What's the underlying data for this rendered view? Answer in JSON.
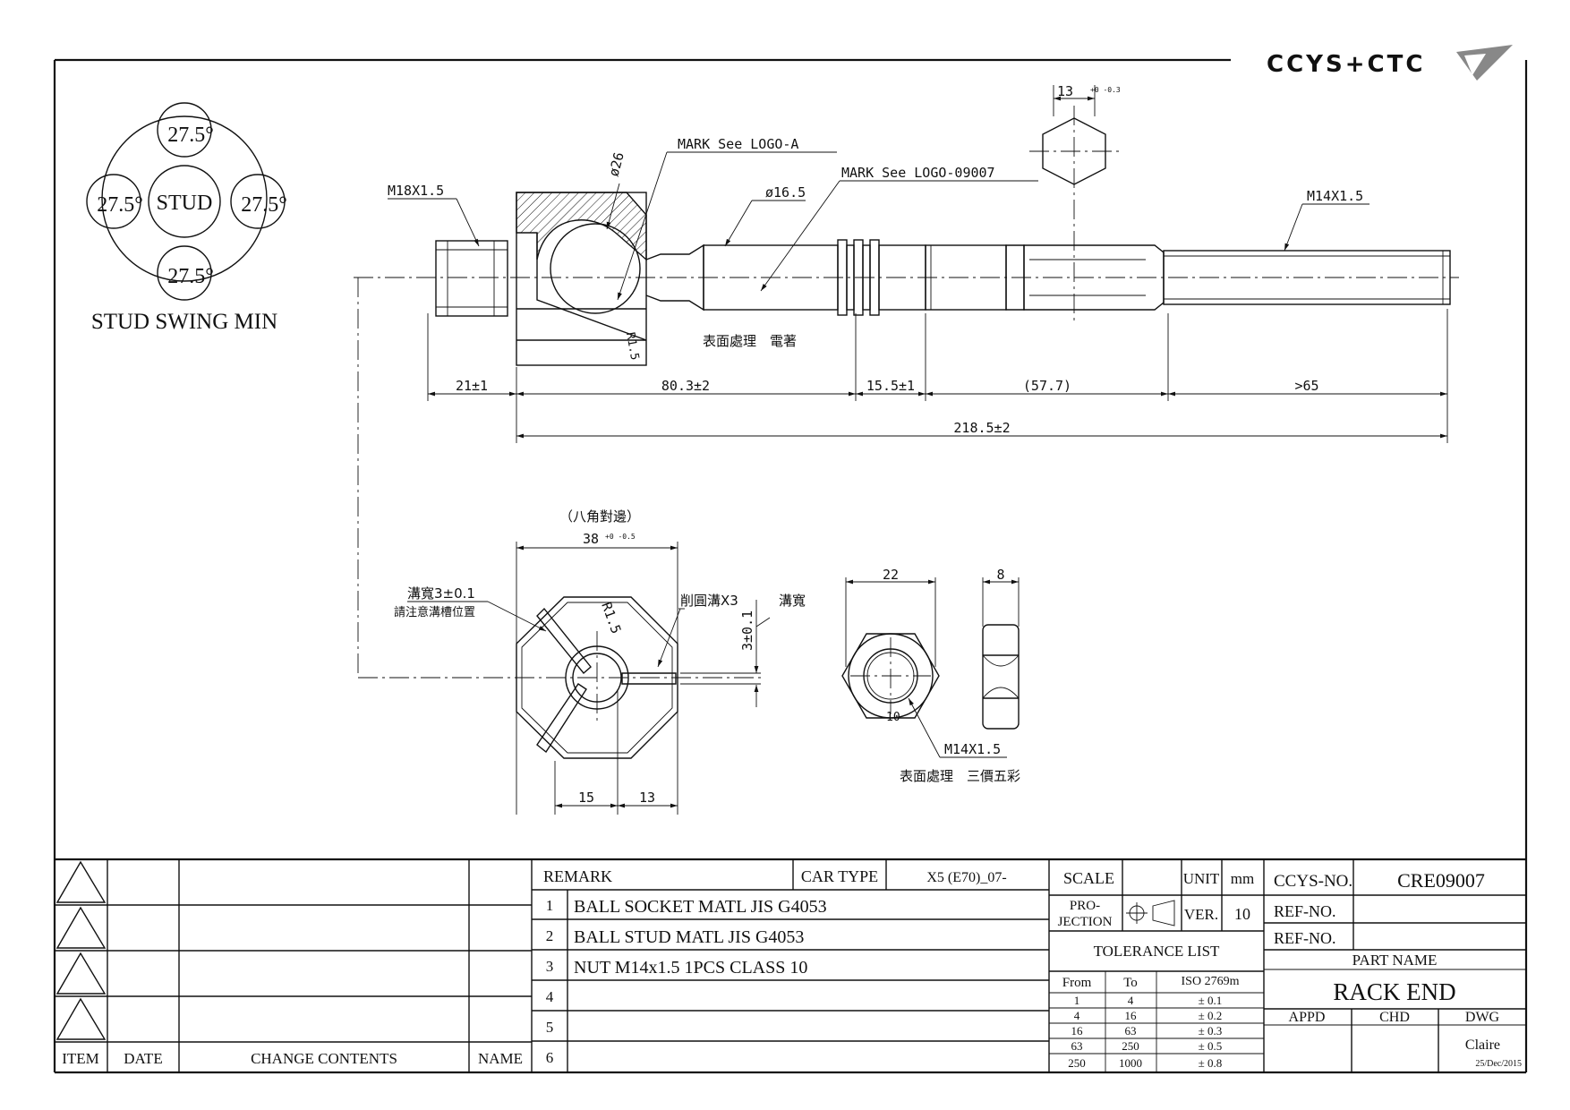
{
  "header": {
    "company_logo": "CCYS+CTC",
    "logo_icon": "ccys-wing-logo-icon"
  },
  "stud_swing": {
    "top": "27.5°",
    "left": "27.5°",
    "right": "27.5°",
    "bottom": "27.5°",
    "center": "STUD",
    "title": "STUD SWING MIN"
  },
  "main_view": {
    "thread_left": "M18X1.5",
    "dia_socket": "ø26",
    "mark_a": "MARK See LOGO-A",
    "dia_shaft": "ø16.5",
    "mark_b": "MARK See LOGO-09007",
    "hex_width": "13",
    "hex_tol": "+0 -0.3",
    "thread_right": "M14X1.5",
    "radius": "R1.5",
    "surface_note": "表面處理　電著",
    "dim_21": "21±1",
    "dim_80": "80.3±2",
    "dim_15": "15.5±1",
    "dim_57": "(57.7)",
    "dim_65": ">65",
    "dim_total": "218.5±2"
  },
  "octagon_view": {
    "note_top": "（八角對邊）",
    "width_dim": "38",
    "width_tol": "+0 -0.5",
    "slot_note_1": "溝寬3±0.1",
    "slot_note_2": "請注意溝槽位置",
    "groove_note": "削圓溝X3",
    "slot_side": "溝寬",
    "slot_dim": "3±0.1",
    "radius": "R1.5",
    "dim_15": "15",
    "dim_13": "13"
  },
  "nut_view": {
    "width": "22",
    "thickness": "8",
    "inner": "10",
    "thread": "M14X1.5",
    "surface_note": "表面處理　三價五彩"
  },
  "revision_table": {
    "headers": {
      "item": "ITEM",
      "date": "DATE",
      "contents": "CHANGE CONTENTS",
      "name": "NAME"
    }
  },
  "remark_table": {
    "remark_label": "REMARK",
    "car_type_label": "CAR TYPE",
    "car_type_value": "X5 (E70)_07-",
    "rows": [
      {
        "num": "1",
        "text": "BALL SOCKET MATL JIS G4053"
      },
      {
        "num": "2",
        "text": "BALL STUD MATL JIS G4053"
      },
      {
        "num": "3",
        "text": "NUT M14x1.5 1PCS CLASS 10"
      },
      {
        "num": "4",
        "text": ""
      },
      {
        "num": "5",
        "text": ""
      },
      {
        "num": "6",
        "text": ""
      }
    ]
  },
  "spec_table": {
    "scale_label": "SCALE",
    "unit_label": "UNIT",
    "unit_value": "mm",
    "projection_line1": "PRO-",
    "projection_line2": "JECTION",
    "projection_icon": "third-angle-projection-icon",
    "ver_label": "VER.",
    "ver_value": "10",
    "tolerance_title": "TOLERANCE LIST",
    "tol_headers": {
      "from": "From",
      "to": "To",
      "iso": "ISO 2769m"
    },
    "tolerances": [
      {
        "from": "1",
        "to": "4",
        "tol": "± 0.1"
      },
      {
        "from": "4",
        "to": "16",
        "tol": "± 0.2"
      },
      {
        "from": "16",
        "to": "63",
        "tol": "± 0.3"
      },
      {
        "from": "63",
        "to": "250",
        "tol": "± 0.5"
      },
      {
        "from": "250",
        "to": "1000",
        "tol": "± 0.8"
      }
    ]
  },
  "title_block": {
    "ccys_no_label": "CCYS-NO.",
    "ccys_no_value": "CRE09007",
    "ref_no_label_1": "REF-NO.",
    "ref_no_label_2": "REF-NO.",
    "part_name_label": "PART NAME",
    "part_name_value": "RACK END",
    "appd_label": "APPD",
    "chd_label": "CHD",
    "dwg_label": "DWG",
    "dwg_name": "Claire",
    "dwg_date": "25/Dec/2015"
  }
}
